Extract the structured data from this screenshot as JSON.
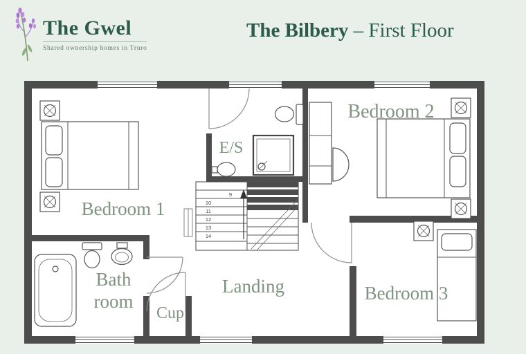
{
  "brand": {
    "name": "The Gwel",
    "tagline": "Shared ownership homes in Truro"
  },
  "title": {
    "bold": "The Bilbery",
    "rest": "– First Floor"
  },
  "rooms": {
    "bedroom1": "Bedroom 1",
    "bedroom2": "Bedroom 2",
    "bedroom3": "Bedroom 3",
    "bathroom_line1": "Bath",
    "bathroom_line2": "room",
    "ensuite": "E/S",
    "landing": "Landing",
    "cupboard": "Cup"
  },
  "stairs": {
    "steps": [
      "9",
      "10",
      "11",
      "12",
      "13",
      "14"
    ]
  },
  "colors": {
    "page_background": "#e9f0e9",
    "plan_background": "#ffffff",
    "wall": "#4d4d4d",
    "heading_green": "#2d5b4b",
    "room_label": "#7f937f",
    "sprig_purple": "#b57bd5"
  }
}
